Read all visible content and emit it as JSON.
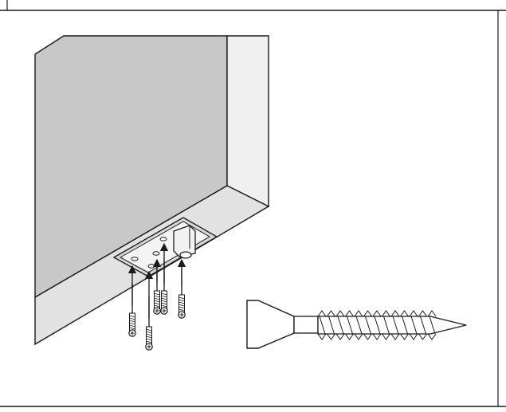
{
  "figure": {
    "subject": "assembly-illustration",
    "parts": [
      "panel",
      "mounting-plate",
      "pivot-pin",
      "wood-screw"
    ],
    "screw_count": 5,
    "colors": {
      "panel_face": "#c8c8c8",
      "panel_bottom": "#e0e0e0",
      "panel_side": "#f0f0f0",
      "outline": "#1a1a1a",
      "background": "#ffffff"
    }
  }
}
